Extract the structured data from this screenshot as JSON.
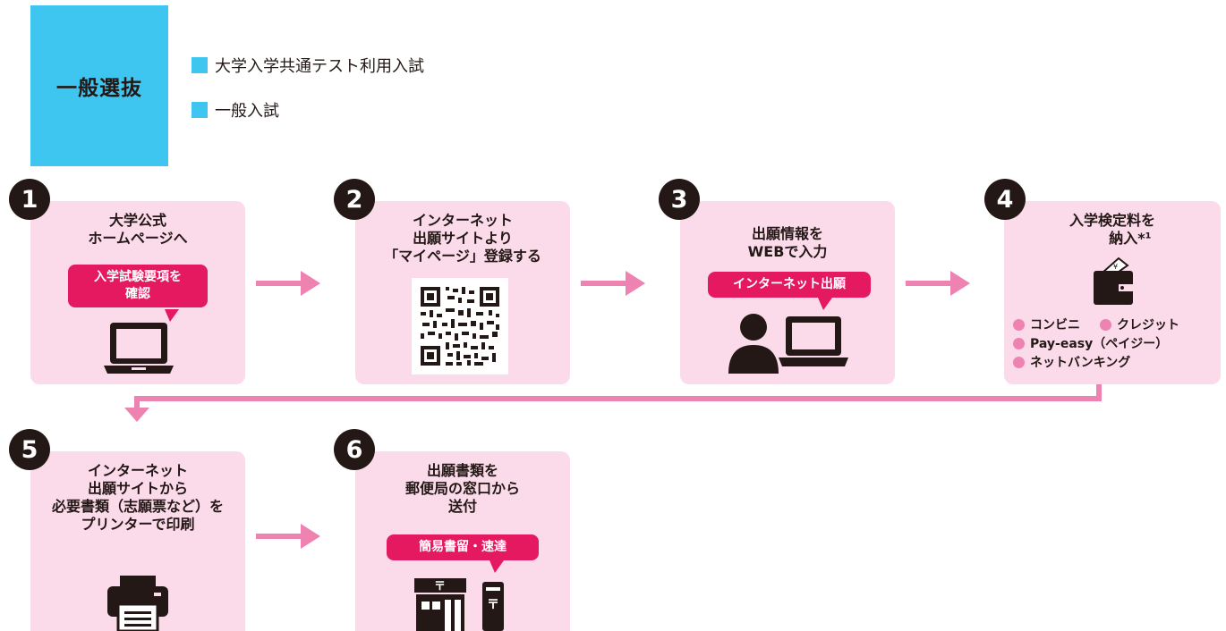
{
  "category": {
    "title": "一般選抜"
  },
  "legend": [
    {
      "label": "大学入学共通テスト利用入試"
    },
    {
      "label": "一般入試"
    }
  ],
  "colors": {
    "accent_blue": "#3fc6f0",
    "card_pink": "#fbdbea",
    "accent_red": "#e5195f",
    "arrow_pink": "#ee82b0",
    "ink": "#231815"
  },
  "steps": [
    {
      "num": "1",
      "title_lines": [
        "大学公式",
        "ホームページへ"
      ],
      "bubble_lines": [
        "入学試験要項を",
        "確認"
      ],
      "icon": "laptop-icon"
    },
    {
      "num": "2",
      "title_lines": [
        "インターネット",
        "出願サイトより",
        "「マイページ」登録する"
      ],
      "icon": "qr-code"
    },
    {
      "num": "3",
      "title_lines": [
        "出願情報を",
        "WEBで入力"
      ],
      "bubble_lines": [
        "インターネット出願"
      ],
      "icon": "person-with-laptop-icon"
    },
    {
      "num": "4",
      "title_lines": [
        "入学検定料を",
        "納入*¹"
      ],
      "icon": "wallet-icon",
      "payment_methods": [
        "コンビニ",
        "クレジット",
        "Pay-easy（ペイジー）",
        "ネットバンキング"
      ]
    },
    {
      "num": "5",
      "title_lines": [
        "インターネット",
        "出願サイトから",
        "必要書類（志願票など）を",
        "プリンターで印刷"
      ],
      "icon": "printer-icon"
    },
    {
      "num": "6",
      "title_lines": [
        "出願書類を",
        "郵便局の窓口から",
        "送付"
      ],
      "bubble_lines": [
        "簡易書留・速達"
      ],
      "icon": "post-office-icon"
    }
  ]
}
